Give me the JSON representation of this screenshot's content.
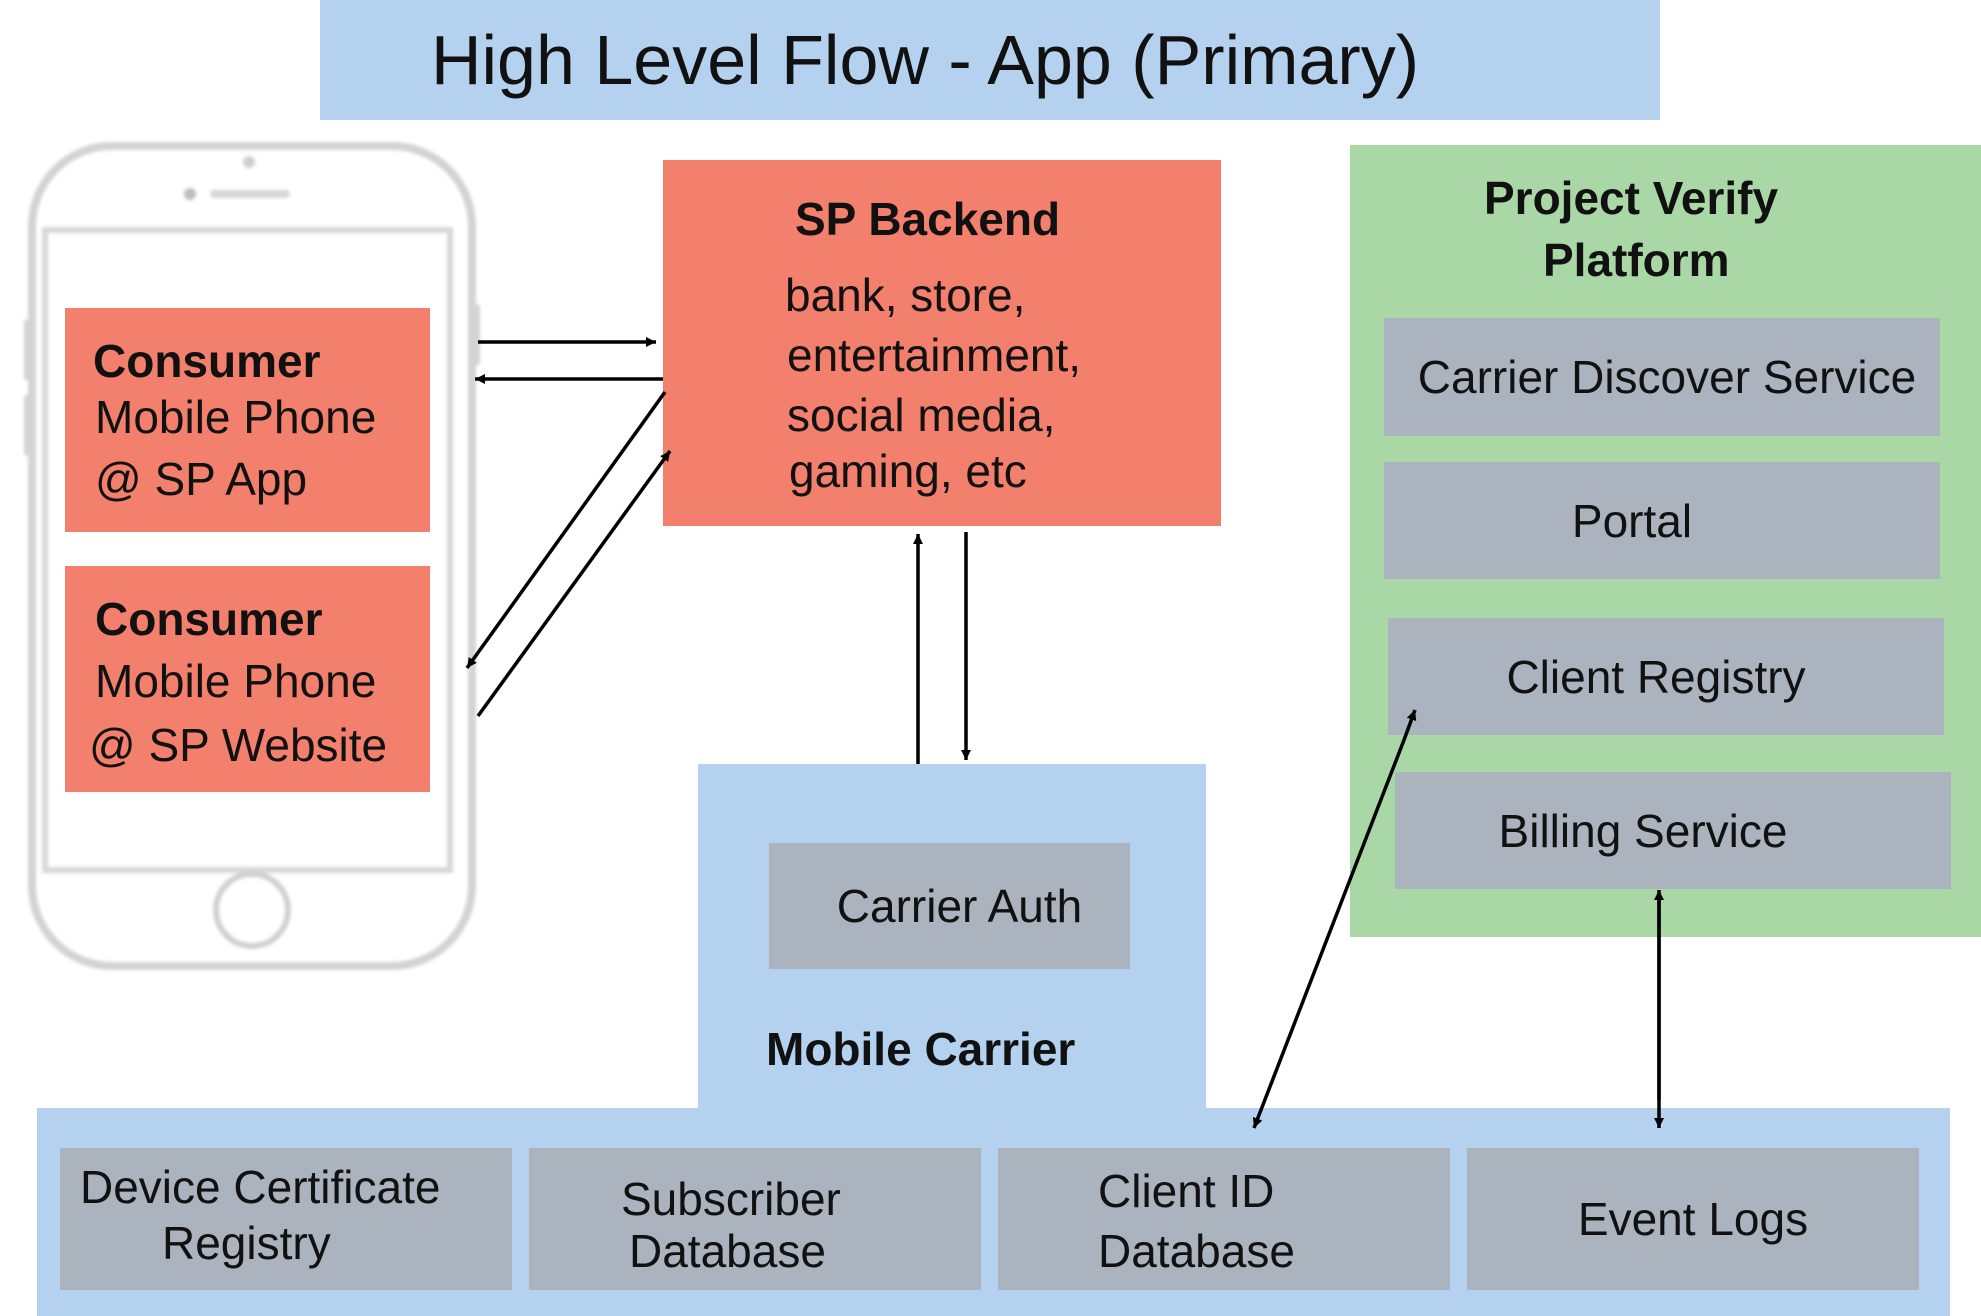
{
  "title": "High Level Flow - App (Primary)",
  "consumer_app": {
    "heading": "Consumer",
    "line1": "Mobile Phone",
    "line2": "@ SP App"
  },
  "consumer_web": {
    "heading": "Consumer",
    "line1": "Mobile Phone",
    "line2": "@ SP Website"
  },
  "sp_backend": {
    "title": "SP Backend",
    "lines": [
      "bank, store,",
      "entertainment,",
      "social media,",
      "gaming, etc"
    ]
  },
  "platform": {
    "title_line1": "Project Verify",
    "title_line2": "Platform",
    "services": [
      "Carrier Discover Service",
      "Portal",
      "Client Registry",
      "Billing Service"
    ]
  },
  "carrier": {
    "auth": "Carrier Auth",
    "label": "Mobile Carrier"
  },
  "databases": [
    {
      "line1": "Device Certificate",
      "line2": "Registry"
    },
    {
      "line1": "Subscriber",
      "line2": "Database"
    },
    {
      "line1": "Client ID",
      "line2": "Database"
    },
    {
      "line1": "Event Logs",
      "line2": ""
    }
  ],
  "colors": {
    "blue": "#b4d2ef",
    "salmon": "#f2806c",
    "green": "#a9d8a6",
    "gray": "#aab3be"
  }
}
